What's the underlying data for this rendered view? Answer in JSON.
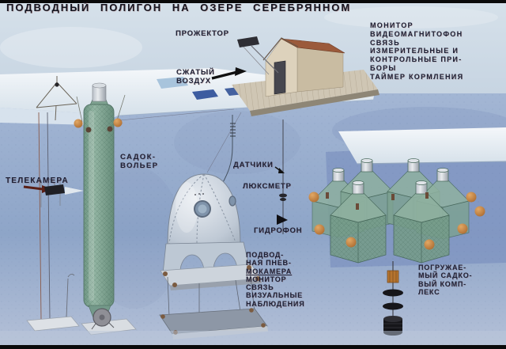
{
  "title": "ПОДВОДНЫЙ ПОЛИГОН НА ОЗЕРЕ СЕРЕБРЯННОМ",
  "station": {
    "lines": [
      "МОНИТОР",
      "ВИДЕОМАГНИТОФОН",
      "СВЯЗЬ",
      "ИЗМЕРИТЕЛЬНЫЕ И",
      "КОНТРОЛЬНЫЕ ПРИ-",
      "БОРЫ",
      "ТАЙМЕР КОРМЛЕНИЯ"
    ]
  },
  "labels": {
    "projector": "ПРОЖЕКТОР",
    "compressed_air_line1": "СЖАТЫЙ",
    "compressed_air_line2": "ВОЗДУХ",
    "cage_line1": "САДОК-",
    "cage_line2": "ВОЛЬЕР",
    "tv_camera": "ТЕЛЕКАМЕРА",
    "sensors": "ДАТЧИКИ",
    "lux_meter": "ЛЮКСМЕТР",
    "hydrophone": "ГИДРОФОН"
  },
  "chamber": {
    "lines": [
      "ПОДВОД-",
      "НАЯ ПНЕВ-",
      "МОКАМЕРА",
      "МОНИТОР",
      "СВЯЗЬ",
      "ВИЗУАЛЬНЫЕ",
      "НАБЛЮДЕНИЯ"
    ]
  },
  "complex": {
    "lines": [
      "ПОГРУЖАЕ-",
      "МЫЙ САДКО-",
      "ВЫЙ КОМП-",
      "ЛЕКС"
    ]
  },
  "colors": {
    "ink": "#1d2136",
    "water_deep": "#8ea5c8",
    "water_dark_patch": "#7e93c0",
    "surface_white": "#f2f6f9",
    "cage_green": "#83a795",
    "float_orange": "#c77f3d",
    "roof_brown": "#9b5a3b",
    "weight_black": "#16161a"
  }
}
